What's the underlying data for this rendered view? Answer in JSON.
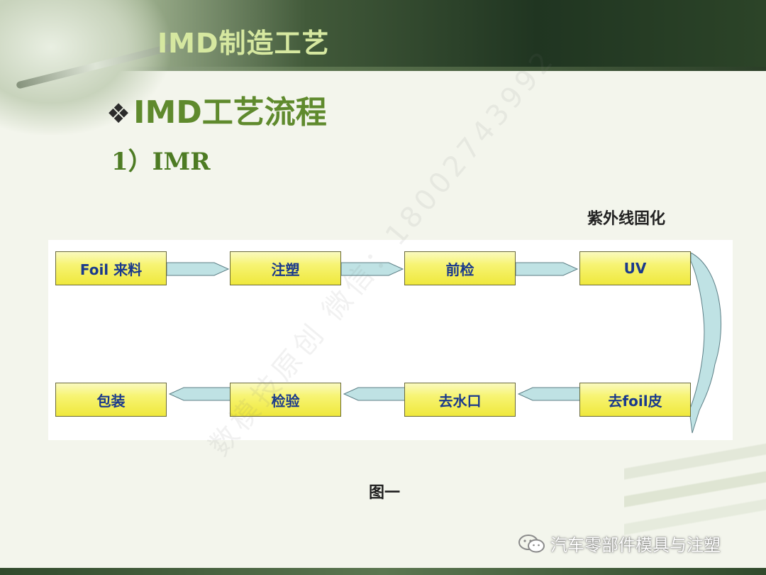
{
  "header": {
    "title": "IMD制造工艺"
  },
  "section": {
    "bullet": "❖",
    "title": "IMD工艺流程"
  },
  "subsection": {
    "title": "1）IMR"
  },
  "flow": {
    "uv_label": "紫外线固化",
    "top_row": [
      "Foil 来料",
      "注塑",
      "前检",
      "UV"
    ],
    "bottom_row": [
      "包装",
      "检验",
      "去水口",
      "去foil皮"
    ],
    "colors": {
      "box_fill": "#f7f474",
      "box_text": "#1b3a8c",
      "arrow_fill": "#bfe2e4"
    }
  },
  "caption": "图一",
  "brand": {
    "icon": "wechat-icon",
    "name": "汽车零部件模具与注塑"
  },
  "watermark": "数模技原创 微信：18002743992"
}
